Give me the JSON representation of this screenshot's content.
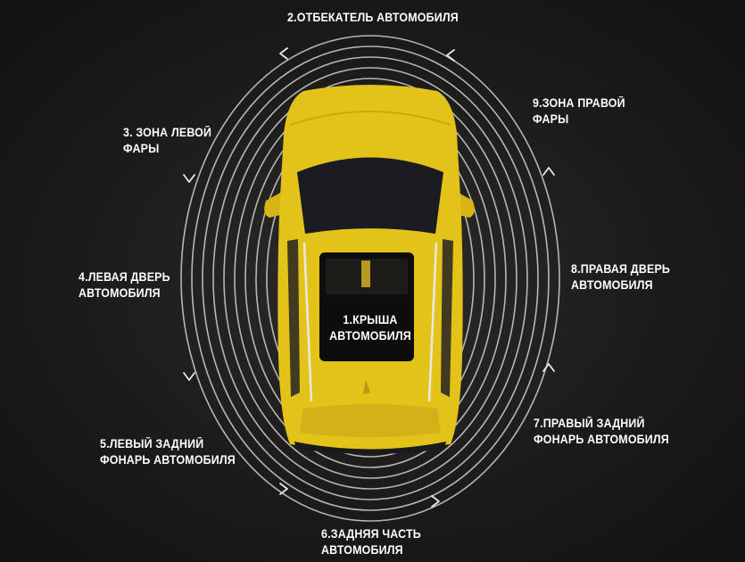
{
  "colors": {
    "car_body": "#e3c21a",
    "background": "#1c1b1a",
    "rings": "#d9d9d9",
    "text": "#ffffff"
  },
  "labels": {
    "roof": [
      "1.КРЫША",
      "АВТОМОБИЛЯ"
    ],
    "fender": [
      "2.ОТБЕКАТЕЛЬ АВТОМОБИЛЯ"
    ],
    "left_headlight": [
      "3. ЗОНА ЛЕВОЙ",
      "ФАРЫ"
    ],
    "left_door": [
      "4.ЛЕВАЯ ДВЕРЬ",
      "АВТОМОБИЛЯ"
    ],
    "left_taillight": [
      "5.ЛЕВЫЙ ЗАДНИЙ",
      "ФОНАРЬ АВТОМОБИЛЯ"
    ],
    "rear": [
      "6.ЗАДНЯЯ ЧАСТЬ",
      "АВТОМОБИЛЯ"
    ],
    "right_taillight": [
      "7.ПРАВЫЙ ЗАДНИЙ",
      "ФОНАРЬ АВТОМОБИЛЯ"
    ],
    "right_door": [
      "8.ПРАВАЯ ДВЕРЬ",
      "АВТОМОБИЛЯ"
    ],
    "right_headlight": [
      "9.ЗОНА ПРАВОЙ",
      "ФАРЫ"
    ]
  }
}
